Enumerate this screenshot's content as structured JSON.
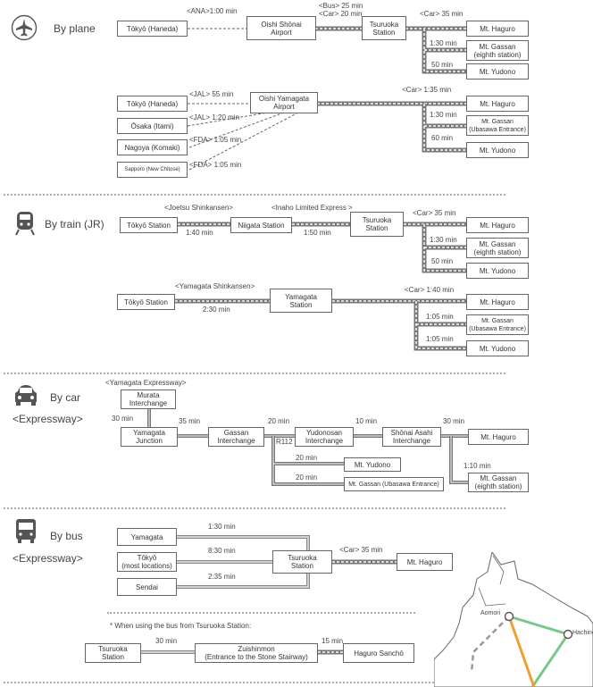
{
  "sections": {
    "plane": "By plane",
    "train": "By train (JR)",
    "car": "By car",
    "car_sub": "<Expressway>",
    "bus": "By bus",
    "bus_sub": "<Expressway>"
  },
  "icons": {
    "plane": "airplane-icon",
    "train": "train-icon",
    "car": "car-icon",
    "bus": "bus-icon"
  },
  "plane": {
    "row1": {
      "origin": "Tōkyō (Haneda)",
      "origin_label": "<ANA>1:00 min",
      "airport": "Oishi Shōnai\nAirport",
      "bus_label": "<Bus> 25 min",
      "car_label": "<Car> 20 min",
      "station": "Tsuruoka\nStation",
      "car_dest_label": "<Car> 35 min",
      "dest1": "Mt. Haguro",
      "time2": "1:30 min",
      "dest2": "Mt. Gassan\n(eighth station)",
      "time3": "50 min",
      "dest3": "Mt. Yudono"
    },
    "row2": {
      "origin1": "Tōkyō (Haneda)",
      "origin1_label": "<JAL> 55 min",
      "origin2": "Ōsaka (Itami)",
      "origin2_label": "<JAL> 1:20 min",
      "origin3": "Nagoya (Komaki)",
      "origin3_label": "<FDA> 1:05 min",
      "origin4": "Sapporo (New Chitose)",
      "origin4_label": "<FDA> 1:05 min",
      "airport": "Oishi Yamagata\nAirport",
      "car_label": "<Car> 1:35 min",
      "dest1": "Mt. Haguro",
      "time2": "1:30 min",
      "dest2": "Mt. Gassan\n(Ubasawa Entrance)",
      "time3": "60 min",
      "dest3": "Mt. Yudono"
    }
  },
  "train": {
    "row1": {
      "origin": "Tōkyō Station",
      "line1": "<Joetsu Shinkansen>",
      "time1": "1:40 min",
      "mid": "Niigata Station",
      "line2": "<Inaho Limited Express >",
      "time2": "1:50 min",
      "station": "Tsuruoka\nStation",
      "car_label": "<Car> 35 min",
      "dest1": "Mt. Haguro",
      "t2": "1:30 min",
      "dest2": "Mt. Gassan\n(eighth station)",
      "t3": "50 min",
      "dest3": "Mt. Yudono"
    },
    "row2": {
      "origin": "Tōkyō Station",
      "line1": "<Yamagata Shinkansen>",
      "time1": "2:30 min",
      "station": "Yamagata\nStation",
      "car_label": "<Car> 1:40 min",
      "dest1": "Mt. Haguro",
      "t2": "1:05 min",
      "dest2": "Mt. Gassan\n(Ubasawa Entrance)",
      "t3": "1:05 min",
      "dest3": "Mt. Yudono"
    }
  },
  "car": {
    "expressway": "<Yamagata Expressway>",
    "murata": "Murata\nInterchange",
    "t_murata": "30 min",
    "yamagata_jct": "Yamagata\nJunction",
    "t1": "35 min",
    "gassan_ic": "Gassan\nInterchange",
    "t2": "20 min",
    "r112": "R112",
    "yudonosan_ic": "Yudonosan\nInterchange",
    "t3": "10 min",
    "shonai_ic": "Shōnai Asahi\nInterchange",
    "t4": "30 min",
    "dest1": "Mt. Haguro",
    "t5": "1:10 min",
    "dest2": "Mt. Gassan\n(eighth station)",
    "t_yudono": "20 min",
    "dest_yudono": "Mt. Yudono",
    "t_gassan_u": "20 min",
    "dest_gassan_u": "Mt. Gassan (Ubasawa Entrance)"
  },
  "bus": {
    "origin1": "Yamagata",
    "t1": "1:30 min",
    "origin2": "Tōkyō\n(most locations)",
    "t2": "8:30 min",
    "origin3": "Sendai",
    "t3": "2:35 min",
    "station": "Tsuruoka\nStation",
    "car_label": "<Car> 35 min",
    "dest": "Mt. Haguro",
    "note": "* When using the bus from Tsuruoka Station:",
    "from": "Tsuruoka\nStation",
    "t_a": "30 min",
    "mid": "Zuishinmon\n(Entrance to the Stone Stairway)",
    "t_b": "15 min",
    "to": "Haguro Sanchō"
  },
  "map": {
    "city1": "Aomori",
    "city2": "Hachinohe",
    "land_color": "#ffffff",
    "orange_line": "#f0a030",
    "green_line": "#78c88c",
    "gray_line": "#999999"
  }
}
